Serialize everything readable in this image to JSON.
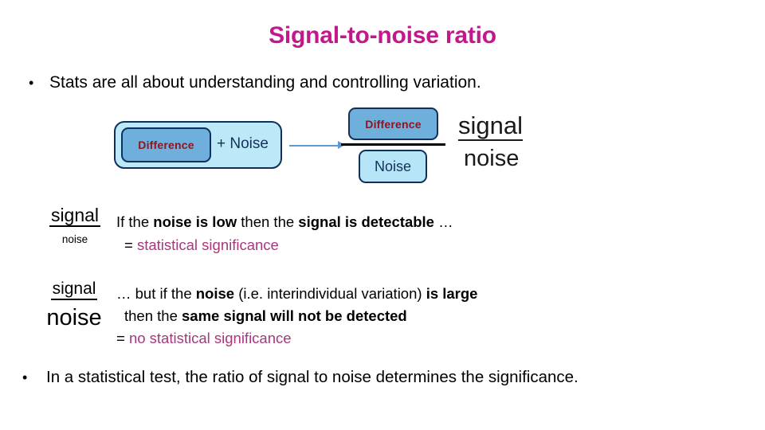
{
  "slide": {
    "title": "Signal-to-noise ratio"
  },
  "bullets": [
    {
      "marker": "•",
      "text": "Stats are all about understanding and controlling variation."
    },
    {
      "marker": "•",
      "text": "In a statistical test, the ratio of signal to noise determines the significance."
    }
  ],
  "diagram": {
    "outer_box_label": "+ Noise",
    "inner_box_label": "Difference",
    "arrow": "right-arrow",
    "fraction": {
      "numerator_label": "Difference",
      "denominator_label": "Noise"
    },
    "ratio_graphic": {
      "numerator": "signal",
      "denominator": "noise"
    },
    "colors": {
      "outer_fill": "#BDE8F7",
      "inner_fill": "#6FAFDC",
      "box_border": "#0F2F5C",
      "difference_text": "#8E1420",
      "arrow": "#5B9BD5"
    }
  },
  "sections": [
    {
      "fraction": {
        "numerator": "signal",
        "denominator": "noise"
      },
      "line_a": {
        "p1": "If the ",
        "b1": "noise is low",
        "p2": " then the ",
        "b2": "signal is detectable",
        "p3": " …"
      },
      "line_b": {
        "eq": "= ",
        "highlight": "statistical significance"
      }
    },
    {
      "fraction": {
        "numerator": "signal",
        "denominator": "noise"
      },
      "line_a": {
        "p1": "… but if the ",
        "b1": "noise",
        "p2": " (i.e. interindividual variation) ",
        "b2": "is large",
        "p3": ""
      },
      "line_b": {
        "p1": "then the ",
        "b1": "same signal will not be detected"
      },
      "line_c": {
        "eq": "= ",
        "highlight": "no statistical significance"
      }
    }
  ],
  "colors": {
    "title": "#C2188C",
    "highlight": "#A8377E",
    "body": "#000000"
  }
}
